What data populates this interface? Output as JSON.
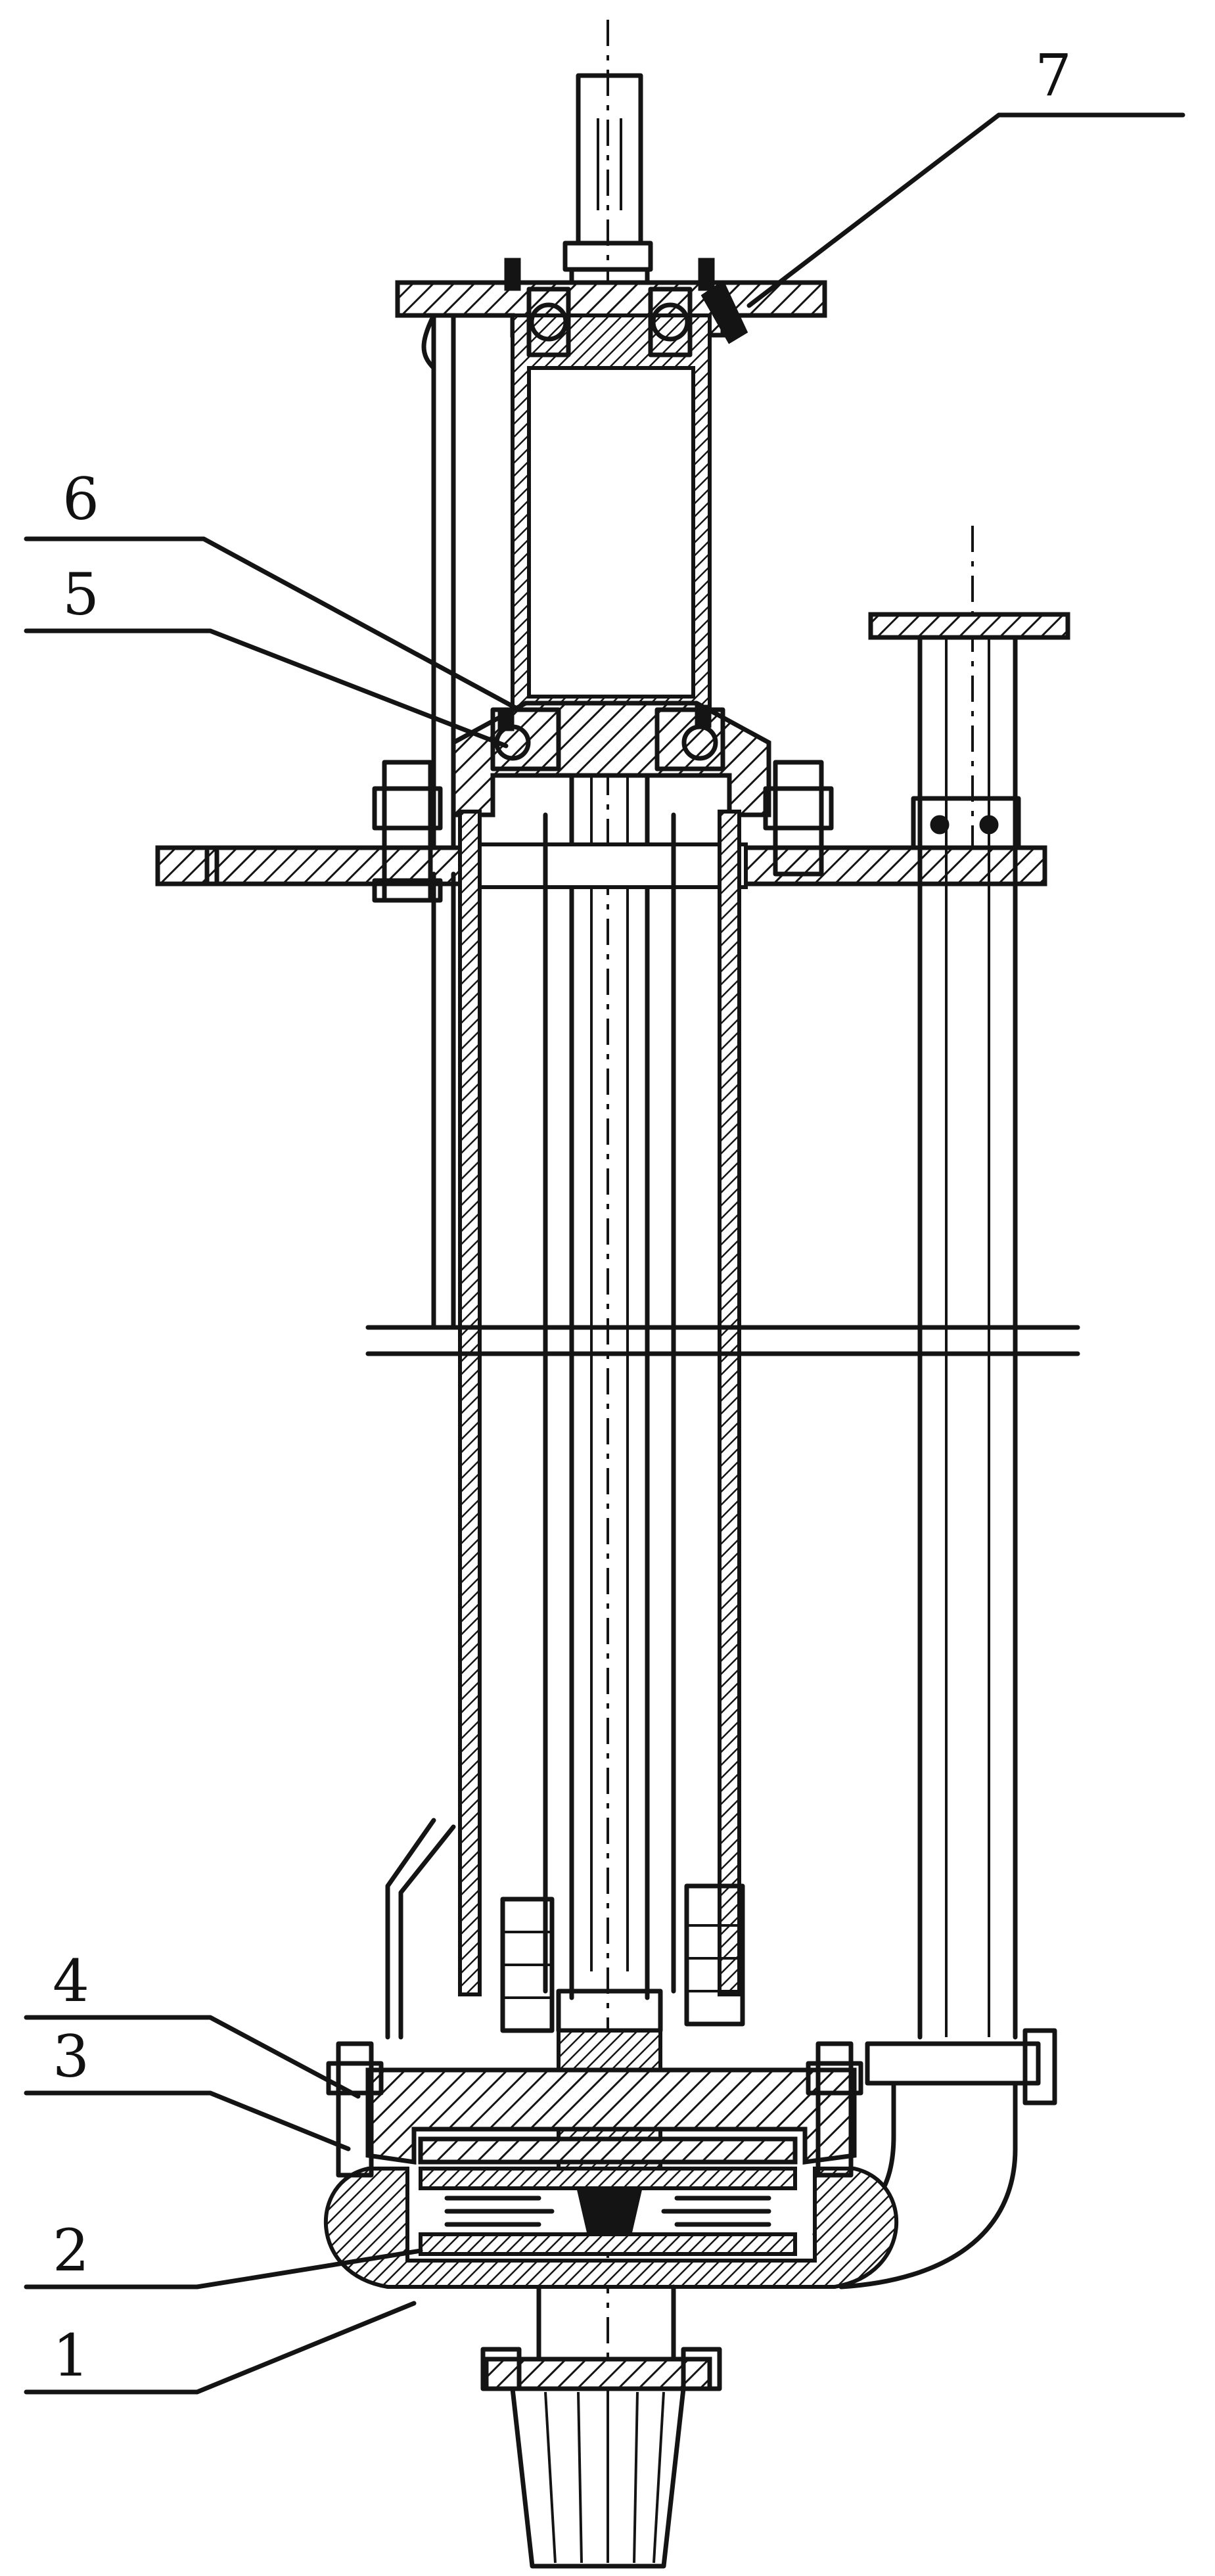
{
  "drawing": {
    "part_labels": [
      {
        "id": "1",
        "text": "1"
      },
      {
        "id": "2",
        "text": "2"
      },
      {
        "id": "3",
        "text": "3"
      },
      {
        "id": "4",
        "text": "4"
      },
      {
        "id": "5",
        "text": "5"
      },
      {
        "id": "6",
        "text": "6"
      },
      {
        "id": "7",
        "text": "7"
      }
    ]
  }
}
